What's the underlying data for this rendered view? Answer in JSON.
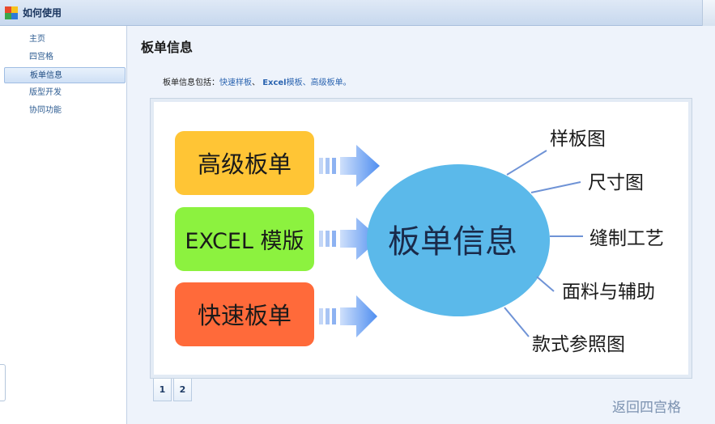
{
  "window": {
    "title": "如何使用"
  },
  "sidebar": {
    "items": [
      {
        "label": "主页"
      },
      {
        "label": "四宫格"
      },
      {
        "label": "板单信息"
      },
      {
        "label": "版型开发"
      },
      {
        "label": "协同功能"
      }
    ],
    "active_index": 2
  },
  "main": {
    "page_title": "板单信息",
    "intro": {
      "prefix": "板单信息包括：",
      "link1": "快速样板",
      "sep1": "、 ",
      "link2": "Excel",
      "link2_rest": "模板",
      "sep2": "、",
      "link3": "高级板单",
      "suffix": "。"
    },
    "diagram": {
      "center": "板单信息",
      "inputs": [
        {
          "label": "高级板单",
          "color": "#ffc535"
        },
        {
          "label": "EXCEL 模版",
          "color": "#8cf23f"
        },
        {
          "label": "快速板单",
          "color": "#ff6a3a"
        }
      ],
      "outputs": [
        {
          "label": "样板图"
        },
        {
          "label": "尺寸图"
        },
        {
          "label": "缝制工艺"
        },
        {
          "label": "面料与辅助"
        },
        {
          "label": "款式参照图"
        }
      ],
      "ellipse_color": "#5bb9ea",
      "arrow_color": "#4f8ef0",
      "line_color": "#6f93d6"
    },
    "pager": [
      {
        "label": "1"
      },
      {
        "label": "2"
      }
    ],
    "back_label": "返回四宫格"
  }
}
